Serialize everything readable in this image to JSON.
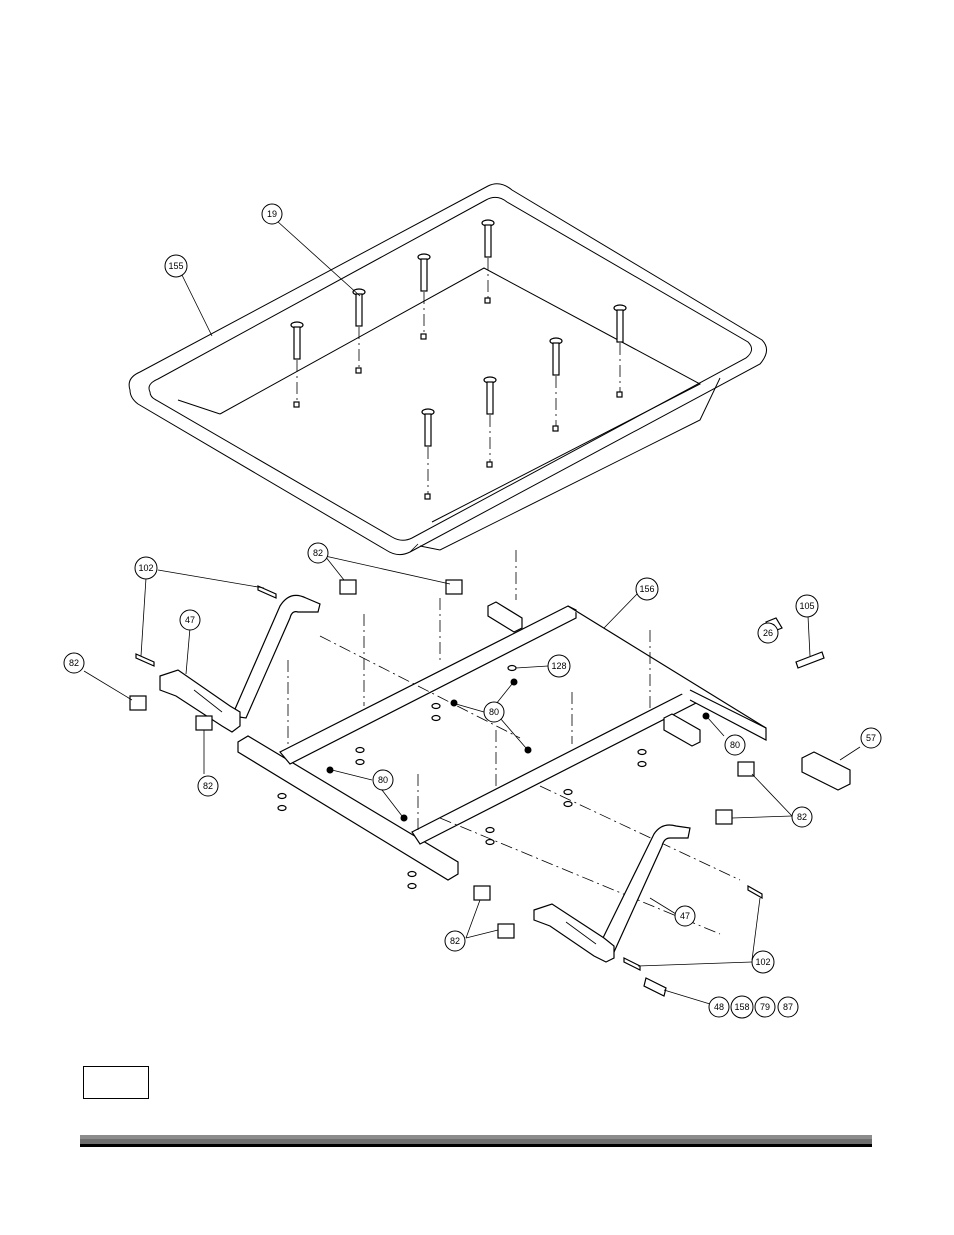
{
  "callouts": [
    {
      "label": "19"
    },
    {
      "label": "155"
    },
    {
      "label": "82"
    },
    {
      "label": "102"
    },
    {
      "label": "156"
    },
    {
      "label": "105"
    },
    {
      "label": "47"
    },
    {
      "label": "26"
    },
    {
      "label": "82"
    },
    {
      "label": "128"
    },
    {
      "label": "80"
    },
    {
      "label": "80"
    },
    {
      "label": "57"
    },
    {
      "label": "82"
    },
    {
      "label": "80"
    },
    {
      "label": "82"
    },
    {
      "label": "47"
    },
    {
      "label": "82"
    },
    {
      "label": "102"
    },
    {
      "label": "48"
    },
    {
      "label": "158"
    },
    {
      "label": "79"
    },
    {
      "label": "87"
    }
  ],
  "page_number": "",
  "colors": {
    "ink": "#000000",
    "footer_light": "#8c8c8c",
    "footer_dark": "#6f6f6f"
  }
}
